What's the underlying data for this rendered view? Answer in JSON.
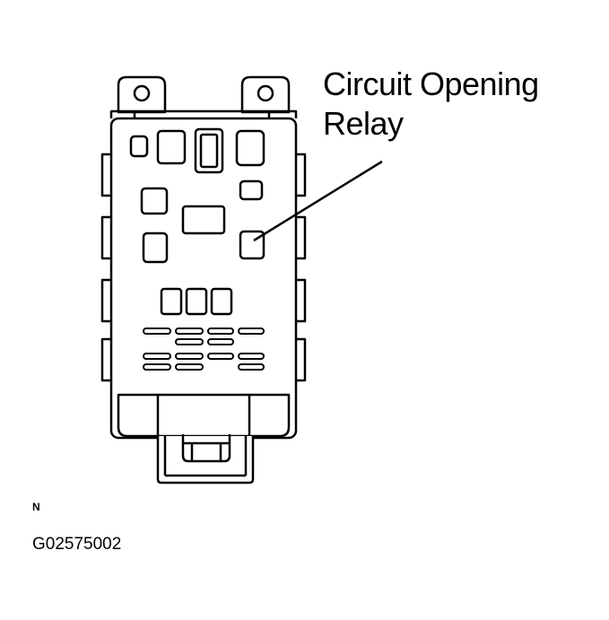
{
  "callout": {
    "line1": "Circuit Opening",
    "line2": "Relay"
  },
  "north_marker": "N",
  "figure_id": "G02575002"
}
